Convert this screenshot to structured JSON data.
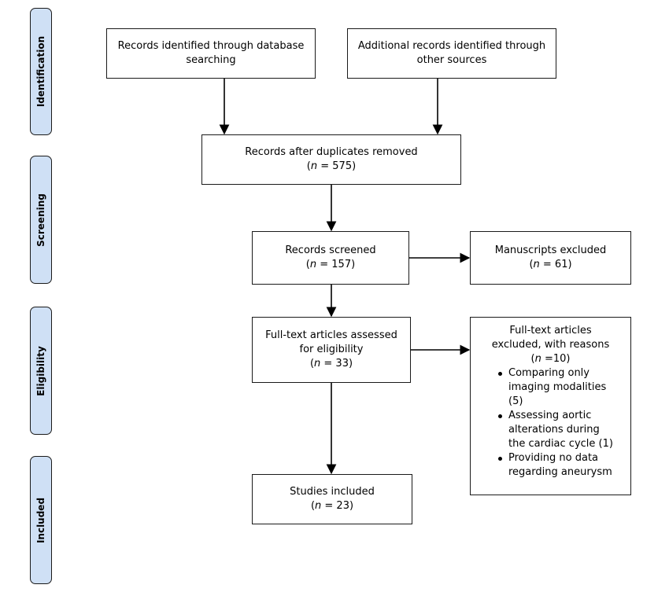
{
  "stages": {
    "identification": "Identification",
    "screening": "Screening",
    "eligibility": "Eligibility",
    "included": "Included"
  },
  "boxes": {
    "database_search": {
      "text": "Records identified through database searching"
    },
    "other_sources": {
      "text": "Additional records identified through other sources"
    },
    "duplicates_removed": {
      "text": "Records after duplicates removed",
      "n_label": "n",
      "n_value": "= 575"
    },
    "screened": {
      "text": "Records screened",
      "n_label": "n",
      "n_value": "= 157"
    },
    "manuscripts_excluded": {
      "text": "Manuscripts excluded",
      "n_label": "n",
      "n_value": "= 61"
    },
    "fulltext_assessed": {
      "text": "Full-text articles assessed for eligibility",
      "n_label": "n",
      "n_value": "= 33"
    },
    "fulltext_excluded": {
      "text": "Full-text articles excluded, with reasons",
      "n_label": "n",
      "n_value": "=10",
      "reasons": [
        "Comparing only imaging modalities (5)",
        "Assessing aortic alterations during the cardiac cycle (1)",
        "Providing no data regarding aneurysm"
      ]
    },
    "included": {
      "text": "Studies included",
      "n_label": "n",
      "n_value": "= 23"
    }
  }
}
